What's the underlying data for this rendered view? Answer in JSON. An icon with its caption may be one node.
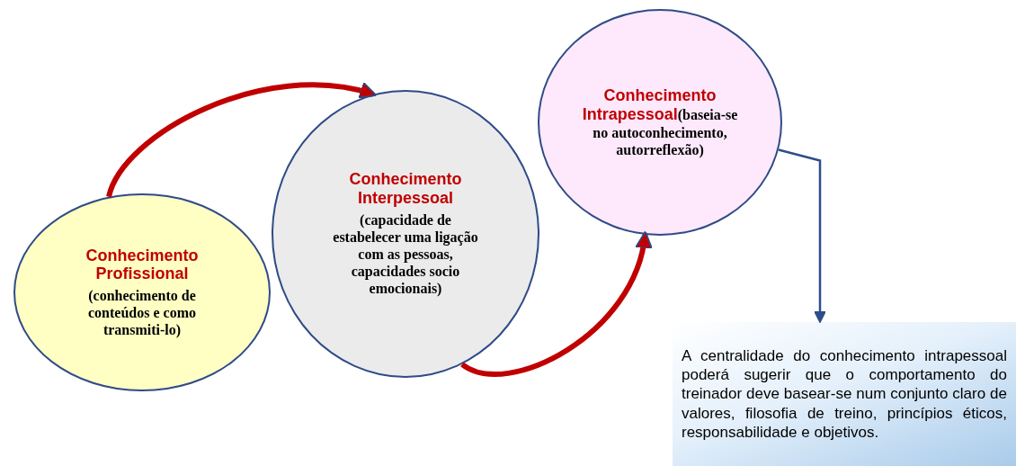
{
  "diagram": {
    "nodes": [
      {
        "text": [
          "Conhecimento Profissional",
          "(conhecimento de conteúdos e como transmiti-lo)"
        ]
      },
      {
        "text": [
          "Conhecimento Interpessoal",
          "(capacidade de estabelecer uma ligação com as pessoas, capacidades socio emocionais)"
        ]
      },
      {
        "text": [
          "Conhecimento Intrapessoal",
          "(baseia-se no autoconhecimento, autorreflexão)"
        ]
      },
      {
        "text": [
          "A centralidade do conhecimento intrapessoal poderá sugerir que o comportamento do treinador deve basear-se num conjunto claro de valores, filosofia de treino, princípios éticos, responsabilidade e objetivos."
        ]
      }
    ],
    "edges": [
      {
        "from": 0,
        "to": 1,
        "arrow": "to"
      },
      {
        "from": 1,
        "to": 2,
        "arrow": "to"
      },
      {
        "from": 2,
        "to": 3,
        "arrow": "to",
        "color": "#2e4d8a"
      }
    ]
  }
}
